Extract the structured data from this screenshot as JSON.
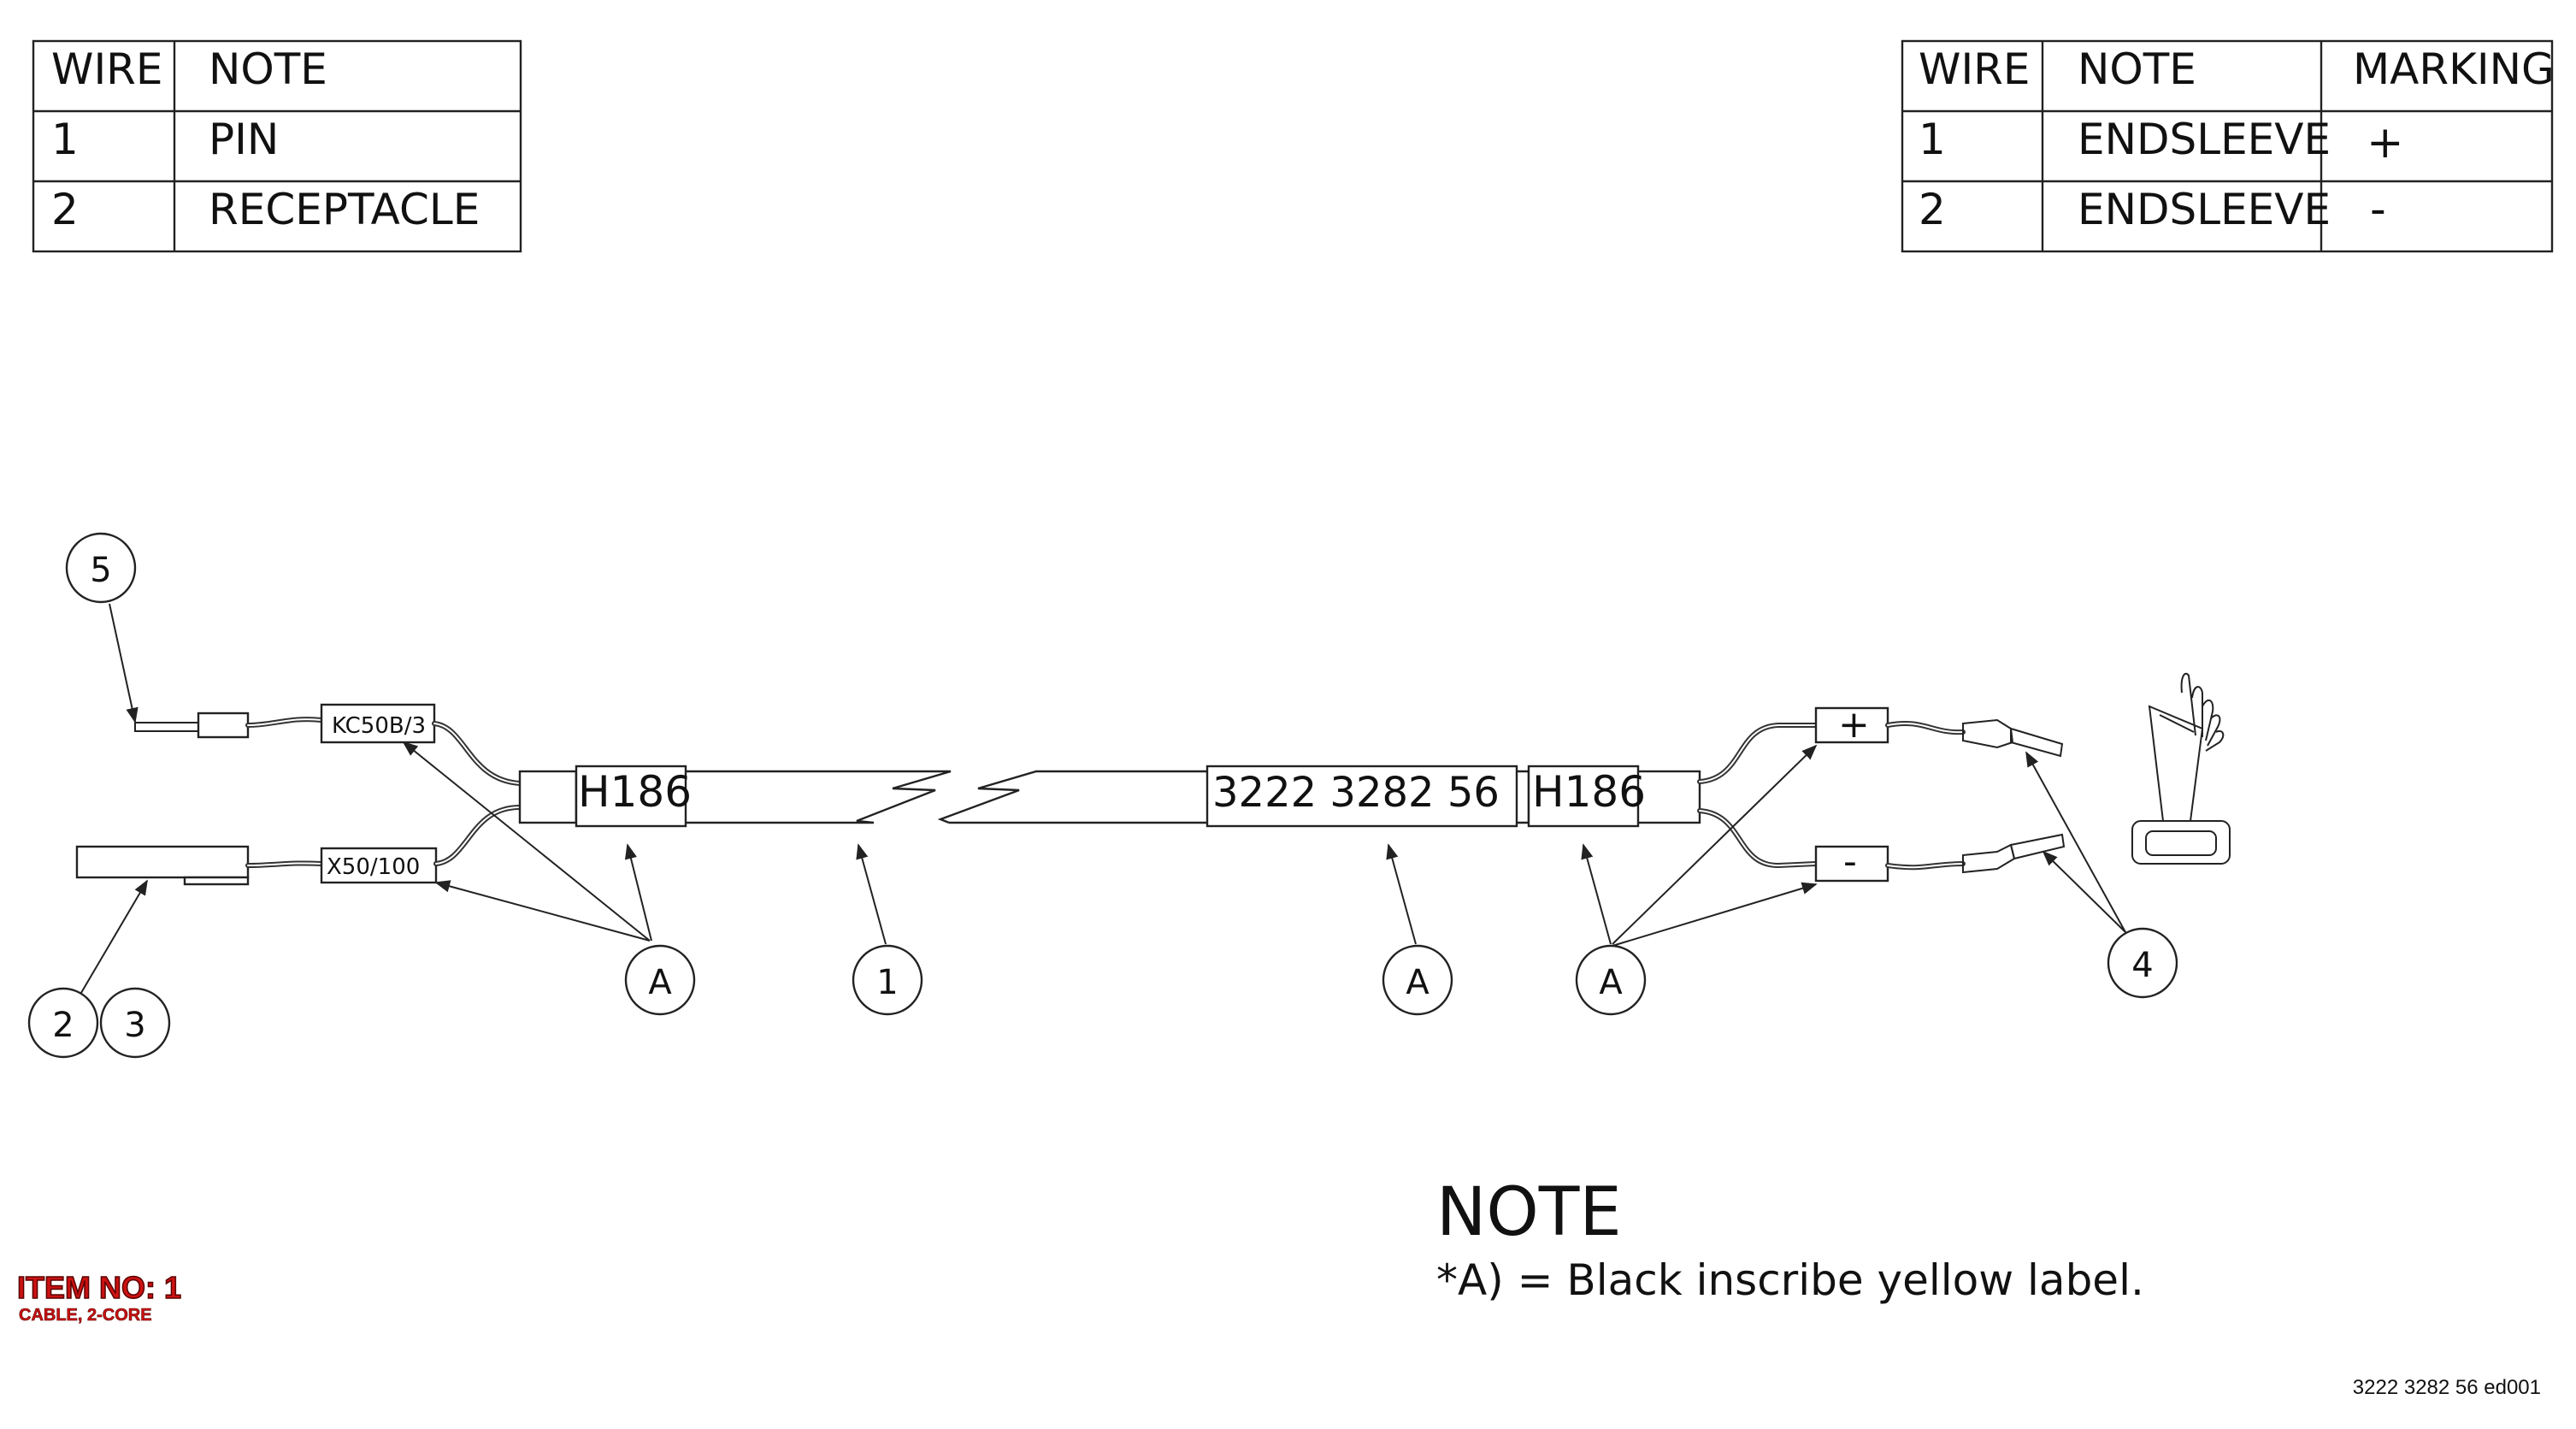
{
  "tables": {
    "left": {
      "headers": [
        "WIRE",
        "NOTE"
      ],
      "rows": [
        [
          "1",
          "PIN"
        ],
        [
          "2",
          "RECEPTACLE"
        ]
      ]
    },
    "right": {
      "headers": [
        "WIRE",
        "NOTE",
        "MARKING"
      ],
      "rows": [
        [
          "1",
          "ENDSLEEVE",
          "+"
        ],
        [
          "2",
          "ENDSLEEVE",
          "-"
        ]
      ]
    }
  },
  "labels": {
    "connector_top": "KC50B/3",
    "connector_bottom": "X50/100",
    "label_left": "H186",
    "cable_number": "3222 3282 56",
    "label_right": "H186",
    "plus_marker": "+",
    "minus_marker": "-"
  },
  "balloons": {
    "b5": "5",
    "b2": "2",
    "b3": "3",
    "a1": "A",
    "b1": "1",
    "a2": "A",
    "a3": "A",
    "b4": "4"
  },
  "note": {
    "title": "NOTE",
    "text": "*A) = Black inscribe yellow label."
  },
  "item": {
    "title": "ITEM NO: 1",
    "subtitle": "CABLE, 2-CORE"
  },
  "drawing_number": "3222 3282 56 ed001",
  "colors": {
    "item_red": "#cc1111",
    "line": "#222222"
  }
}
